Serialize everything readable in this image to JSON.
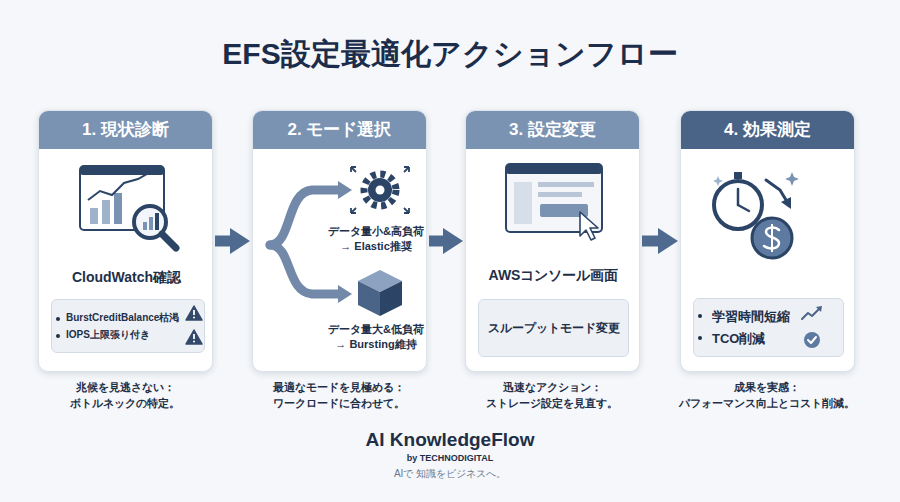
{
  "diagram": {
    "title": "EFS設定最適化アクションフロー",
    "nodes": [
      {
        "text": [
          "1. 現状診断",
          "CloudWatch確認"
        ]
      },
      {
        "text": [
          "BurstCreditBalance枯渇",
          "IOPS上限張り付き"
        ],
        "in": 0
      },
      {
        "text": [
          "2. モード選択",
          "データ量小&高負荷 → Elastic推奨",
          "データ量大&低負荷 → Bursting維持"
        ]
      },
      {
        "text": [
          "3. 設定変更",
          "AWSコンソール画面"
        ]
      },
      {
        "text": [
          "スループットモード変更"
        ],
        "in": 3
      },
      {
        "text": [
          "4. 効果測定"
        ]
      },
      {
        "text": [
          "学習時間短縮",
          "TCO削減"
        ],
        "in": 5
      }
    ],
    "edges": [
      {
        "from": 0,
        "to": 2,
        "arrow": "to"
      },
      {
        "from": 2,
        "to": 3,
        "arrow": "to"
      },
      {
        "from": 3,
        "to": 5,
        "arrow": "to"
      }
    ],
    "labels": [
      "兆候を見逃さない： ボトルネックの特定。",
      "最適なモードを見極める： ワークロードに合わせて。",
      "迅速なアクション： ストレージ設定を見直す。",
      "成果を実感： パフォーマンス向上とコスト削減。",
      "AI KnowledgeFlow",
      "by TECHNODIGITAL",
      "AIで 知識をビジネスへ。"
    ]
  }
}
